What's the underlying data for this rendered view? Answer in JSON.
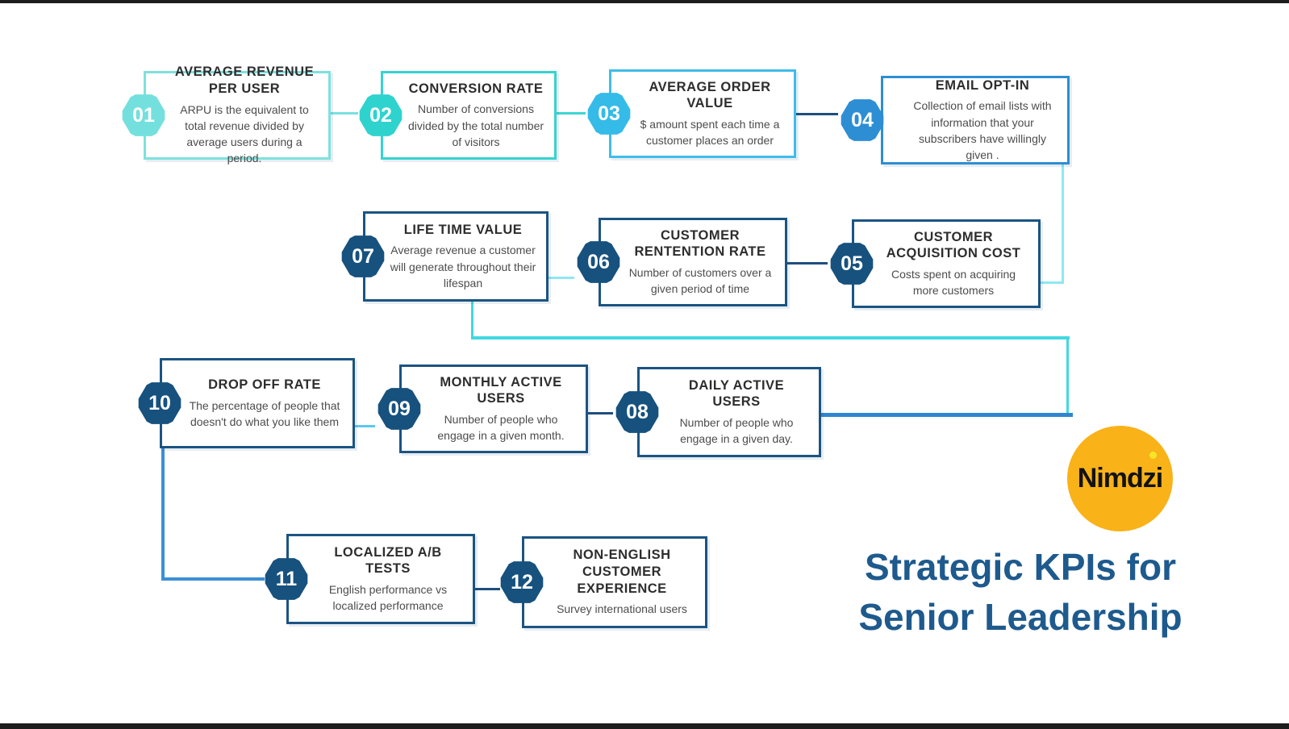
{
  "colors": {
    "tealLight": "#7ADFE0",
    "teal": "#3ED6D3",
    "cyanLine": "#8DE9F3",
    "cyanBright": "#41D8E1",
    "navyLine": "#1F4E7E",
    "blueThick": "#2E86D1",
    "blueMid": "#3B8FD6",
    "lightBlueLine": "#5BC9EE",
    "titleBlue": "#1E5A8D",
    "logoYellow": "#F9B218",
    "barBlack": "#1D1D1D"
  },
  "logo": {
    "text": "Nimdzi"
  },
  "title": {
    "line1": "Strategic KPIs for",
    "line2": "Senior Leadership"
  },
  "kpis": [
    {
      "number": "01",
      "title": "AVERAGE REVENUE PER USER",
      "description": "ARPU is the equivalent to total revenue divided by average users during a period.",
      "badge_color": "#74E0DD",
      "border_color": "#7EE1DE"
    },
    {
      "number": "02",
      "title": "CONVERSION RATE",
      "description": "Number of conversions divided by the total number of visitors",
      "badge_color": "#2FD3CE",
      "border_color": "#36D4CF"
    },
    {
      "number": "03",
      "title": "AVERAGE ORDER VALUE",
      "description": "$ amount spent each time a customer places an order",
      "badge_color": "#35BBE8",
      "border_color": "#3FBCE9"
    },
    {
      "number": "04",
      "title": "EMAIL OPT-IN",
      "description": "Collection of email lists with information that your subscribers have willingly given .",
      "badge_color": "#2D8ED4",
      "border_color": "#2D8ED4"
    },
    {
      "number": "05",
      "title": "CUSTOMER ACQUISITION COST",
      "description": "Costs spent on acquiring more customers",
      "badge_color": "#17517E",
      "border_color": "#1B5482"
    },
    {
      "number": "06",
      "title": "CUSTOMER RENTENTION RATE",
      "description": "Number of customers over a given period of time",
      "badge_color": "#17517E",
      "border_color": "#1B5482"
    },
    {
      "number": "07",
      "title": "LIFE TIME VALUE",
      "description": "Average revenue a customer will generate throughout their lifespan",
      "badge_color": "#17517E",
      "border_color": "#1B5482"
    },
    {
      "number": "08",
      "title": "DAILY ACTIVE USERS",
      "description": "Number of people who engage in a given day.",
      "badge_color": "#17517E",
      "border_color": "#1B5482"
    },
    {
      "number": "09",
      "title": "MONTHLY ACTIVE USERS",
      "description": "Number of people who engage in a given month.",
      "badge_color": "#17517E",
      "border_color": "#1B5482"
    },
    {
      "number": "10",
      "title": "DROP OFF RATE",
      "description": "The percentage of people that doesn't do what you like them",
      "badge_color": "#17517E",
      "border_color": "#1B5482"
    },
    {
      "number": "11",
      "title": "LOCALIZED A/B TESTS",
      "description": "English performance vs localized performance",
      "badge_color": "#17517E",
      "border_color": "#1B5482"
    },
    {
      "number": "12",
      "title": "NON-ENGLISH CUSTOMER EXPERIENCE",
      "description": "Survey international users",
      "badge_color": "#17517E",
      "border_color": "#1B5482"
    }
  ]
}
